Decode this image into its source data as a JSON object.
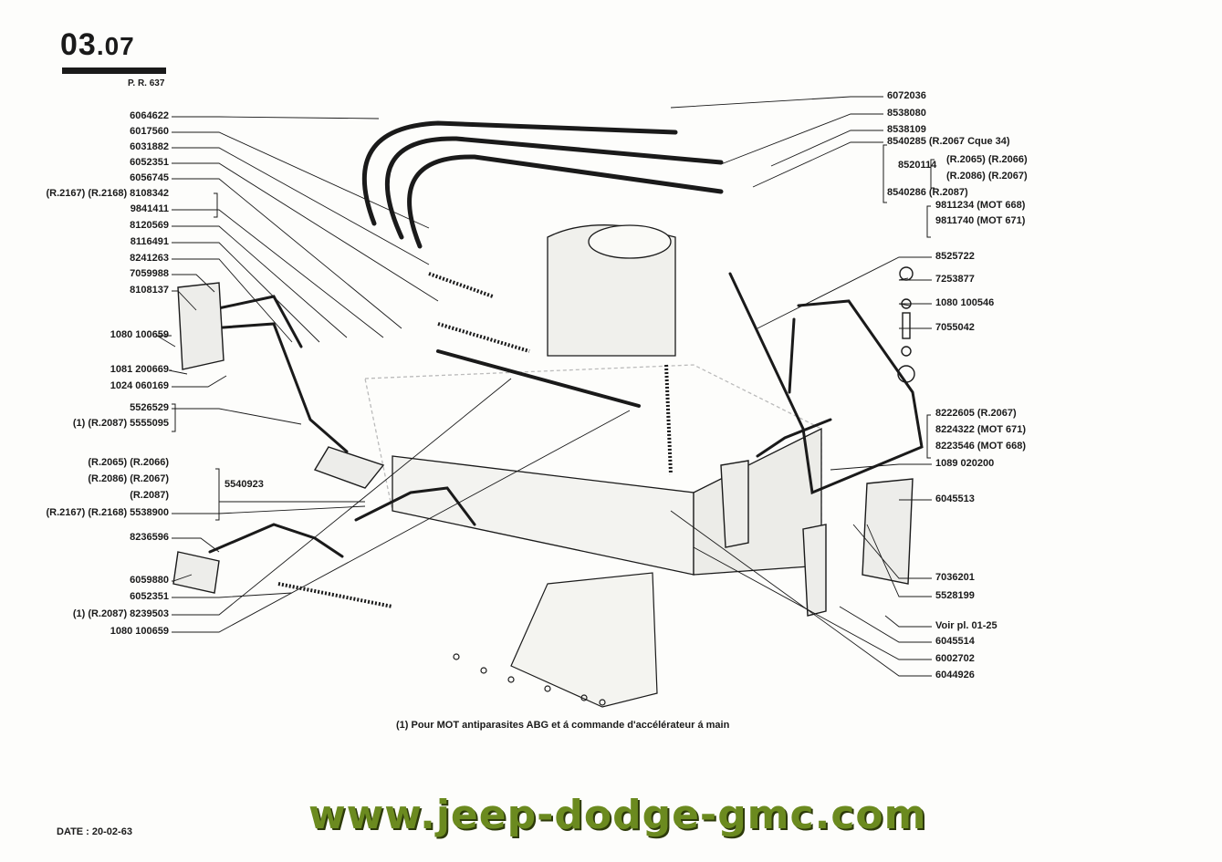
{
  "header": {
    "section": "03",
    "subsection": ".07",
    "plate_ref": "P. R. 637"
  },
  "left_labels": [
    "6064622",
    "6017560",
    "6031882",
    "6052351",
    "6056745",
    "(R.2167) (R.2168) 8108342",
    "9841411",
    "8120569",
    "8116491",
    "8241263",
    "7059988",
    "8108137",
    "1080 100659",
    "1081 200669",
    "1024 060169",
    "5526529",
    "(1) (R.2087) 5555095",
    "(R.2065) (R.2066)",
    "(R.2086) (R.2067)",
    "(R.2087)",
    "(R.2167) (R.2168) 5538900",
    "8236596",
    "6059880",
    "6052351",
    "(1) (R.2087) 8239503",
    "1080 100659"
  ],
  "mid_label": "5540923",
  "right_labels": [
    "6072036",
    "8538080",
    "8538109",
    "8540285 (R.2067 Cque 34)",
    "8520114",
    "(R.2065) (R.2066)",
    "(R.2086) (R.2067)",
    "8540286 (R.2087)",
    "9811234 (MOT 668)",
    "9811740 (MOT 671)",
    "8525722",
    "7253877",
    "1080 100546",
    "7055042",
    "8222605 (R.2067)",
    "8224322 (MOT 671)",
    "8223546 (MOT 668)",
    "1089 020200",
    "6045513",
    "7036201",
    "5528199",
    "Voir pl. 01-25",
    "6045514",
    "6002702",
    "6044926"
  ],
  "footnote": "(1) Pour MOT antiparasites ABG et á commande d'accélérateur á main",
  "date": "DATE : 20-02-63",
  "watermark": "www.jeep-dodge-gmc.com",
  "colors": {
    "ink": "#1a1a1a",
    "watermark": "#6b8a1f"
  }
}
